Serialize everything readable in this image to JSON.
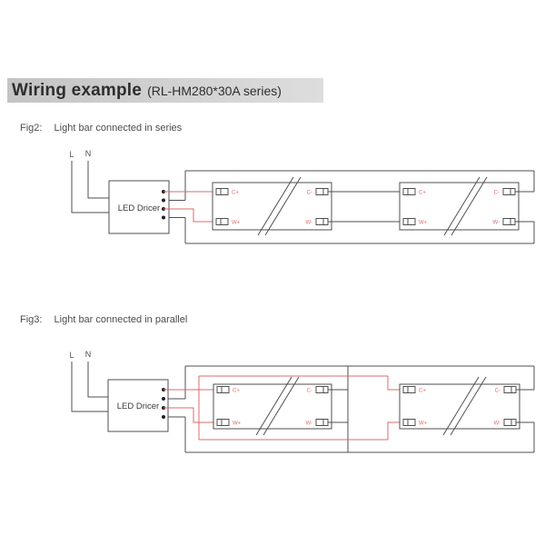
{
  "header": {
    "title": "Wiring example",
    "series": "(RL-HM280*30A series)"
  },
  "fig2": {
    "id": "Fig2:",
    "caption": "Light bar connected in series"
  },
  "fig3": {
    "id": "Fig3:",
    "caption": "Light bar connected in parallel"
  },
  "labels": {
    "line": "L",
    "neutral": "N",
    "driver": "LED Dricer",
    "c_plus": "C+",
    "w_plus": "W+",
    "c_minus": "C-",
    "w_minus": "W-"
  },
  "colors": {
    "wire_gray": "#4f4f4f",
    "wire_red": "#e06a6a",
    "title_bg_left": "#c4c4c4",
    "title_bg_right": "#dddddd",
    "title_text": "#2e2e2e",
    "caption_text": "#4d4d4d",
    "dot_black": "#1f1f1f"
  }
}
